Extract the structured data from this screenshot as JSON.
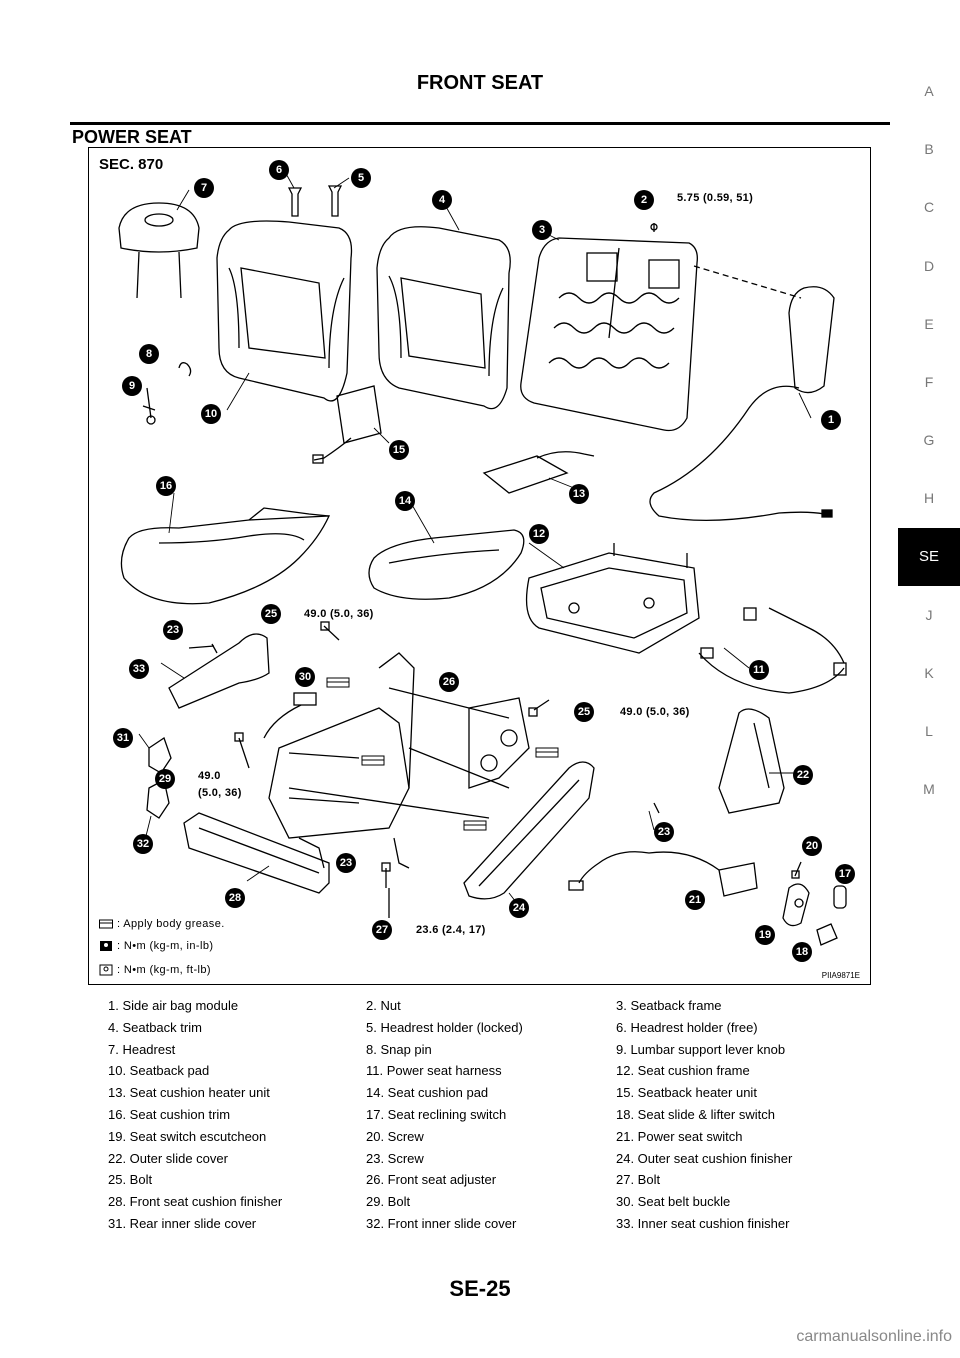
{
  "header": {
    "title": "FRONT SEAT",
    "section": "POWER SEAT"
  },
  "side_tabs": [
    "A",
    "B",
    "C",
    "D",
    "E",
    "F",
    "G",
    "H",
    "SE",
    "J",
    "K",
    "L",
    "M"
  ],
  "active_tab": "SE",
  "diagram": {
    "sec": "SEC. 870",
    "figure_code": "PIIA9871E",
    "torques": {
      "nut_2": "5.75 (0.59, 51)",
      "bolt_25_upper": "49.0 (5.0, 36)",
      "bolt_25_right": "49.0 (5.0, 36)",
      "bolt_29_line1": "49.0",
      "bolt_29_line2": "(5.0, 36)",
      "bolt_27": "23.6 (2.4, 17)"
    },
    "legend": {
      "grease": ": Apply body grease.",
      "inlb": ": N•m (kg-m, in-lb)",
      "ftlb": ": N•m (kg-m, ft-lb)"
    },
    "callouts": [
      "1",
      "2",
      "3",
      "4",
      "5",
      "6",
      "7",
      "8",
      "9",
      "10",
      "11",
      "12",
      "13",
      "14",
      "15",
      "16",
      "17",
      "18",
      "19",
      "20",
      "21",
      "22",
      "23",
      "23",
      "23",
      "24",
      "25",
      "25",
      "26",
      "27",
      "28",
      "29",
      "30",
      "31",
      "32",
      "33"
    ]
  },
  "parts": [
    [
      "1. Side air bag module",
      "2. Nut",
      "3. Seatback frame"
    ],
    [
      "4. Seatback trim",
      "5. Headrest holder (locked)",
      "6. Headrest holder (free)"
    ],
    [
      "7. Headrest",
      "8. Snap pin",
      "9. Lumbar support lever knob"
    ],
    [
      "10. Seatback pad",
      "11. Power seat harness",
      "12. Seat cushion frame"
    ],
    [
      "13. Seat cushion heater unit",
      "14. Seat cushion pad",
      "15. Seatback heater unit"
    ],
    [
      "16. Seat cushion trim",
      "17. Seat reclining switch",
      "18. Seat slide & lifter switch"
    ],
    [
      "19. Seat switch escutcheon",
      "20. Screw",
      "21. Power seat switch"
    ],
    [
      "22. Outer slide cover",
      "23. Screw",
      "24. Outer seat cushion finisher"
    ],
    [
      "25. Bolt",
      "26. Front seat adjuster",
      "27. Bolt"
    ],
    [
      "28. Front seat cushion finisher",
      "29. Bolt",
      "30. Seat belt buckle"
    ],
    [
      "31. Rear inner slide cover",
      "32. Front inner slide cover",
      "33. Inner seat cushion finisher"
    ]
  ],
  "footer": {
    "page_number": "SE-25",
    "watermark": "carmanualsonline.info"
  }
}
